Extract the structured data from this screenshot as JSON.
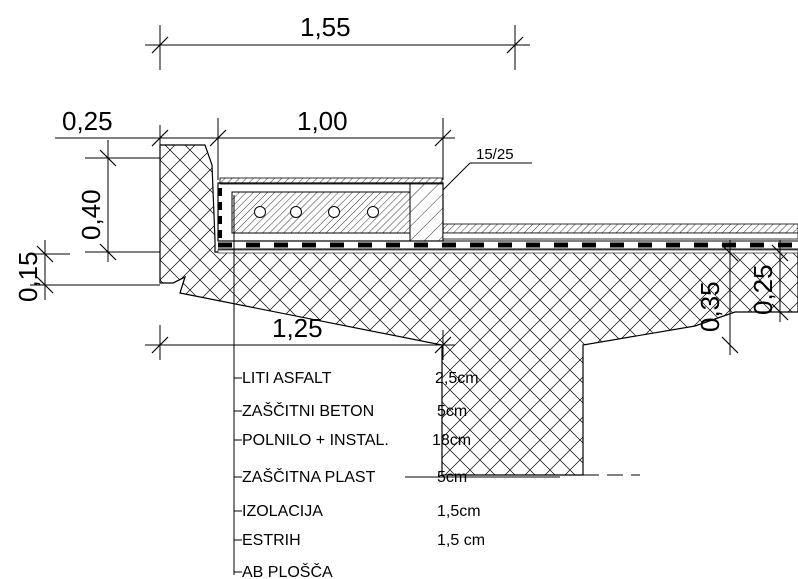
{
  "dimensions": {
    "top_width": "1,55",
    "cantilever": "0,25",
    "walkway_width": "1,00",
    "bottom_width": "1,25",
    "height_total": "0,40",
    "edge_height": "0,15",
    "slab_depth": "0,35",
    "slab_thickness": "0,25",
    "curb_section": "15/25"
  },
  "layers": [
    {
      "name": "LITI ASFALT",
      "thickness": "2,5cm"
    },
    {
      "name": "ZAŠČITNI BETON",
      "thickness": "5cm"
    },
    {
      "name": "POLNILO + INSTAL.",
      "thickness": "18cm"
    },
    {
      "name": "ZAŠČITNA PLAST",
      "thickness": "5cm"
    },
    {
      "name": "IZOLACIJA",
      "thickness": "1,5cm"
    },
    {
      "name": "ESTRIH",
      "thickness": "1,5 cm"
    },
    {
      "name": "AB PLOŠČA",
      "thickness": ""
    }
  ]
}
